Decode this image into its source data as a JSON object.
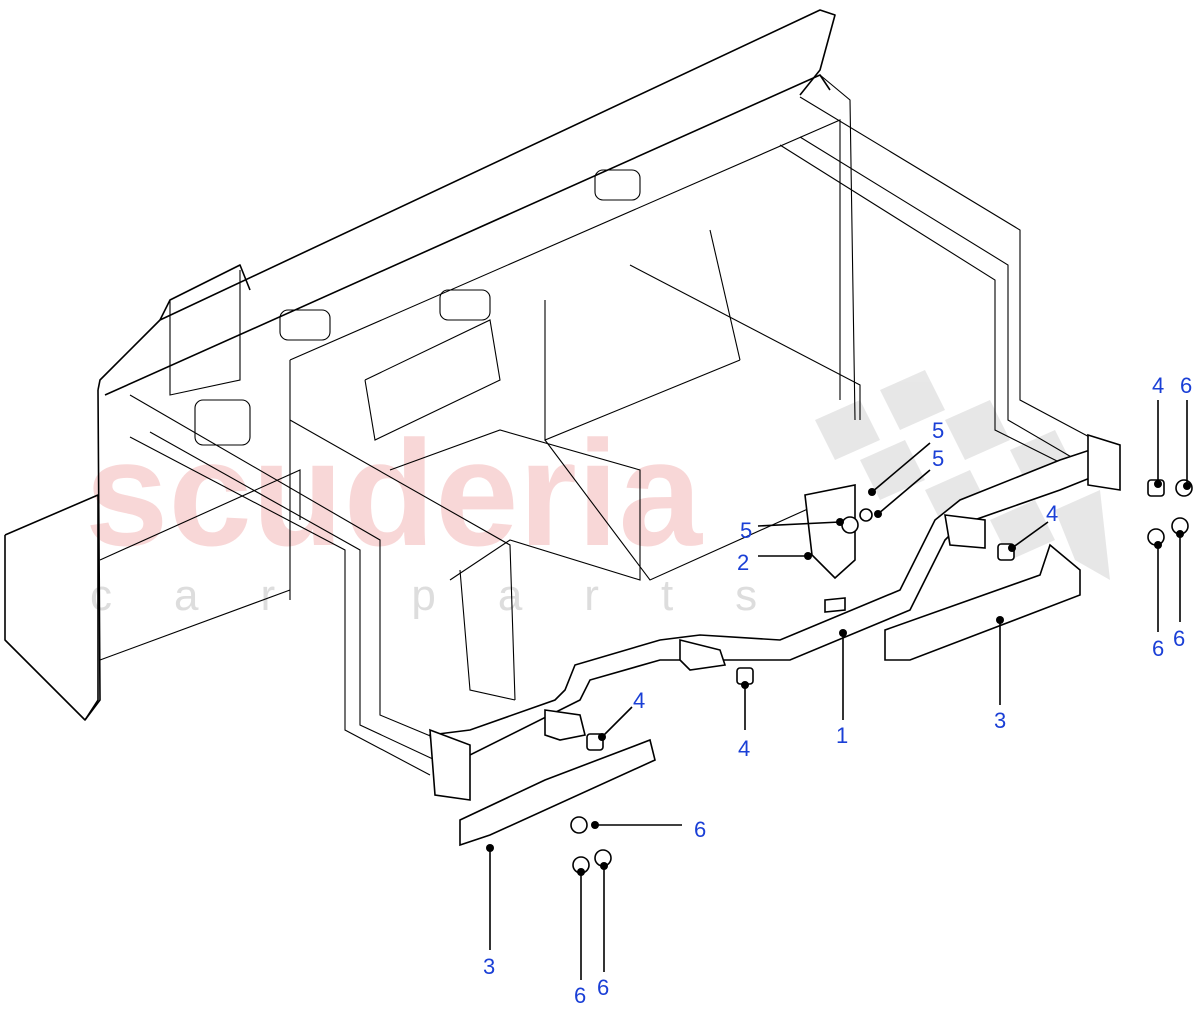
{
  "watermark": {
    "brand": "scuderia",
    "sub": "car parts"
  },
  "callouts": [
    {
      "id": "c1",
      "label": "4"
    },
    {
      "id": "c2",
      "label": "6"
    },
    {
      "id": "c3",
      "label": "5"
    },
    {
      "id": "c4",
      "label": "5"
    },
    {
      "id": "c5",
      "label": "5"
    },
    {
      "id": "c6",
      "label": "2"
    },
    {
      "id": "c7",
      "label": "4"
    },
    {
      "id": "c8",
      "label": "1"
    },
    {
      "id": "c9",
      "label": "3"
    },
    {
      "id": "c10",
      "label": "6"
    },
    {
      "id": "c11",
      "label": "6"
    },
    {
      "id": "c12",
      "label": "4"
    },
    {
      "id": "c13",
      "label": "4"
    },
    {
      "id": "c14",
      "label": "6"
    },
    {
      "id": "c15",
      "label": "3"
    },
    {
      "id": "c16",
      "label": "6"
    },
    {
      "id": "c17",
      "label": "6"
    }
  ],
  "colors": {
    "callout": "#1a3fd6",
    "line": "#000000",
    "watermark": "#f3b8b8"
  }
}
